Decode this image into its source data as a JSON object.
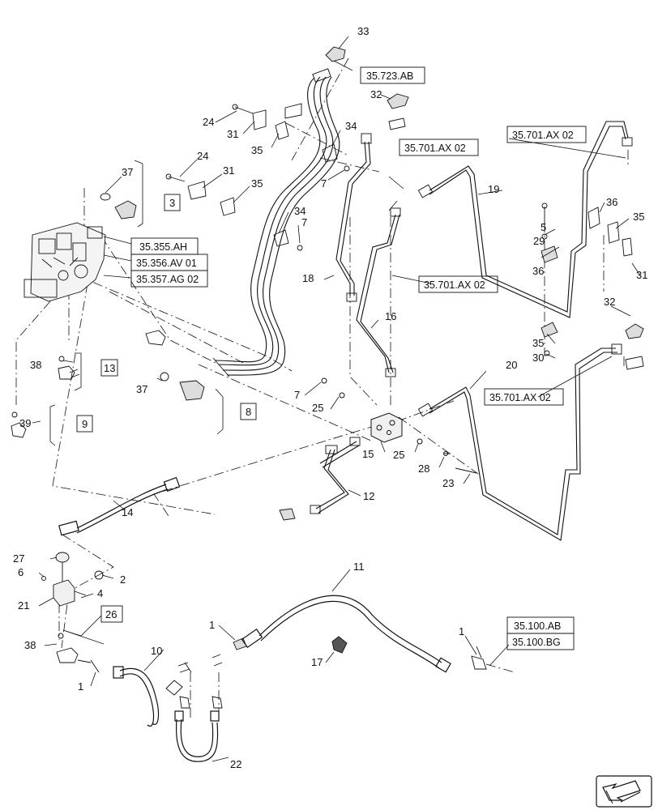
{
  "parts": {
    "p1a": "1",
    "p1b": "1",
    "p1c": "1",
    "p2": "2",
    "p4": "4",
    "p5": "5",
    "p6": "6",
    "p7a": "7",
    "p7b": "7",
    "p7c": "7",
    "p8": "8",
    "p10": "10",
    "p11": "11",
    "p12": "12",
    "p14": "14",
    "p15": "15",
    "p16": "16",
    "p17": "17",
    "p18": "18",
    "p19": "19",
    "p20": "20",
    "p21": "21",
    "p22": "22",
    "p23": "23",
    "p24a": "24",
    "p24b": "24",
    "p25a": "25",
    "p25b": "25",
    "p27": "27",
    "p28": "28",
    "p29": "29",
    "p30": "30",
    "p31a": "31",
    "p31b": "31",
    "p31c": "31",
    "p32a": "32",
    "p32b": "32",
    "p33": "33",
    "p34a": "34",
    "p34b": "34",
    "p35a": "35",
    "p35b": "35",
    "p35c": "35",
    "p35d": "35",
    "p36a": "36",
    "p36b": "36",
    "p37a": "37",
    "p37b": "37",
    "p38a": "38",
    "p38b": "38",
    "p39": "39"
  },
  "refs": {
    "r723": "35.723.AB",
    "r701a": "35.701.AX 02",
    "r701b": "35.701.AX 02",
    "r701c": "35.701.AX 02",
    "r701d": "35.701.AX 02",
    "r355": "35.355.AH",
    "r356": "35.356.AV 01",
    "r357": "35.357.AG 02",
    "r100ab": "35.100.AB",
    "r100bg": "35.100.BG",
    "b3": "3",
    "b13": "13",
    "b9": "9",
    "b8": "8",
    "b26": "26"
  },
  "icons": [
    "direction-arrow-icon"
  ]
}
